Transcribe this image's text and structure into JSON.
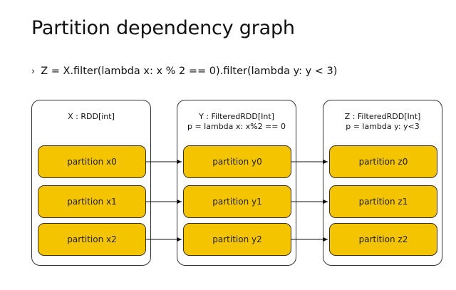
{
  "title": "Partition dependency graph",
  "bullet": {
    "marker": "›",
    "text": "Z = X.filter(lambda x: x % 2 == 0).filter(lambda y: y < 3)"
  },
  "rdds": [
    {
      "line1": "X : RDD[int]",
      "line2": "",
      "partitions": [
        "partition x0",
        "partition x1",
        "partition x2"
      ]
    },
    {
      "line1": "Y : FilteredRDD[Int]",
      "line2": "p = lambda x: x%2 == 0",
      "partitions": [
        "partition y0",
        "partition y1",
        "partition y2"
      ]
    },
    {
      "line1": "Z : FilteredRDD[Int]",
      "line2": "p = lambda y: y<3",
      "partitions": [
        "partition z0",
        "partition z1",
        "partition z2"
      ]
    }
  ],
  "colors": {
    "partition_fill": "#f5c400",
    "border": "#333333"
  }
}
